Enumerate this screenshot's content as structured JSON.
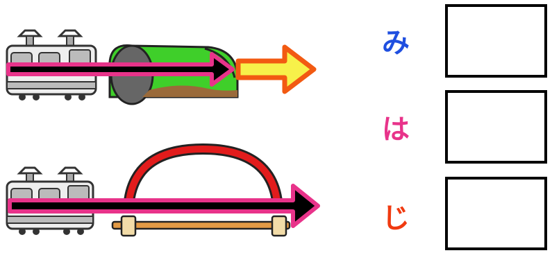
{
  "kana": [
    {
      "char": "み",
      "color": "#1f4fe0"
    },
    {
      "char": "は",
      "color": "#e8338a"
    },
    {
      "char": "じ",
      "color": "#f03a10"
    }
  ],
  "colors": {
    "arrow_fill": "#000000",
    "arrow_outline": "#e8338a",
    "tunnel_green": "#3fcf2a",
    "bridge_red": "#e21c1c",
    "bridge_wood": "#e39a45",
    "next_arrow_fill": "#f7f14a",
    "next_arrow_outline": "#f25a12"
  },
  "icons": [
    "train-icon",
    "tunnel-icon",
    "bridge-icon",
    "arrow-icon"
  ]
}
